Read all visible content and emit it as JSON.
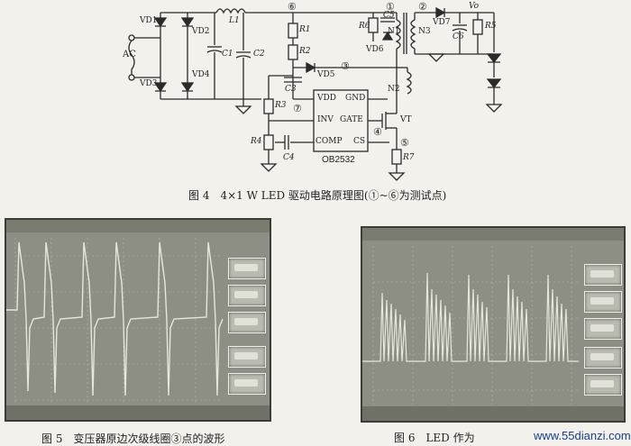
{
  "figure4": {
    "caption": "图 4　4×1 W LED 驱动电路原理图(①~⑥为测试点)",
    "chip": "OB2532",
    "pins": {
      "vdd": "VDD",
      "gnd": "GND",
      "inv": "INV",
      "gate": "GATE",
      "comp": "COMP",
      "cs": "CS"
    },
    "labels": {
      "ac": "AC",
      "vd1": "VD1",
      "vd2": "VD2",
      "vd3": "VD3",
      "vd4": "VD4",
      "l1": "L1",
      "c1": "C1",
      "c2": "C2",
      "r1": "R1",
      "r2": "R2",
      "r3": "R3",
      "r4": "R4",
      "r5": "R5",
      "r6": "R6",
      "r7": "R7",
      "c3": "C3",
      "c4": "C4",
      "c5": "C5",
      "c6": "C6",
      "vd5": "VD5",
      "vd6": "VD6",
      "vd7": "VD7",
      "n1": "N1",
      "n2": "N2",
      "n3": "N3",
      "vt": "VT",
      "vo": "Vo"
    },
    "test_points": [
      "①",
      "②",
      "③",
      "④",
      "⑤",
      "⑥",
      "⑦"
    ]
  },
  "figure5": {
    "caption": "图 5　变压器原边次级线圈③点的波形"
  },
  "figure6": {
    "caption": "图 6　LED 作为",
    "watermark": "www.55dianzi.com"
  }
}
